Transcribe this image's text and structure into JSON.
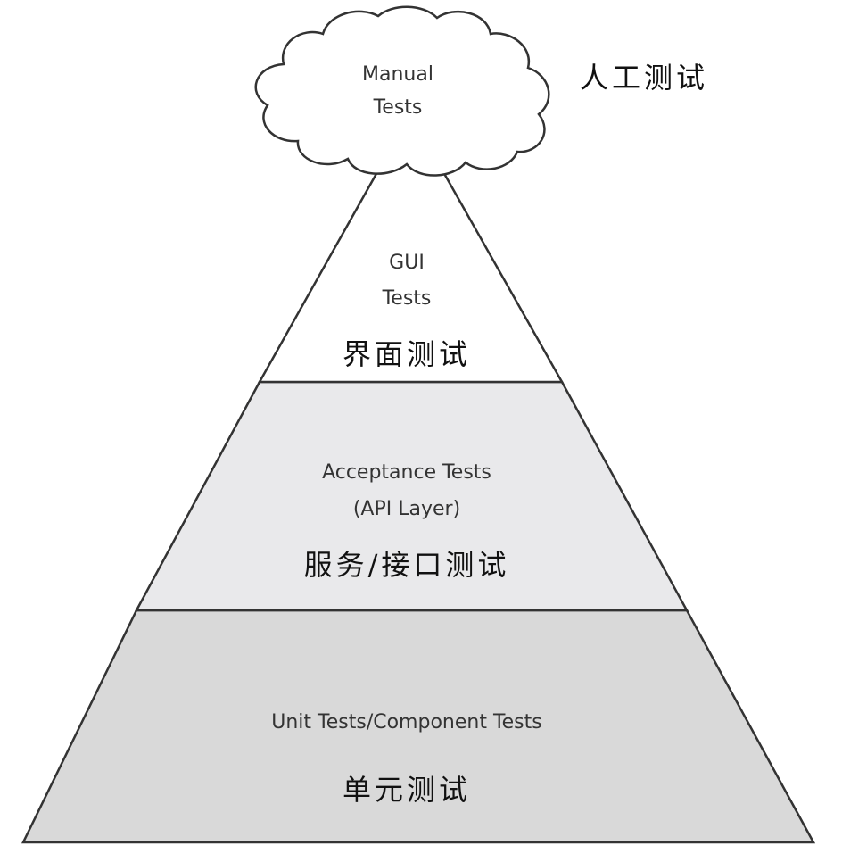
{
  "colors": {
    "gui_fill": "#ffffff",
    "acceptance_fill": "#e9e9eb",
    "unit_fill": "#d9d9d9",
    "outline": "#333333",
    "cloud_fill": "#ffffff"
  },
  "cloud": {
    "label_line1": "Manual",
    "label_line2": "Tests",
    "label_zh": "人工测试"
  },
  "layers": {
    "gui": {
      "label_line1": "GUI",
      "label_line2": "Tests",
      "label_zh": "界面测试"
    },
    "acceptance": {
      "label_line1": "Acceptance Tests",
      "label_line2": "(API Layer)",
      "label_zh": "服务/接口测试"
    },
    "unit": {
      "label_line1": "Unit Tests/Component Tests",
      "label_zh": "单元测试"
    }
  }
}
